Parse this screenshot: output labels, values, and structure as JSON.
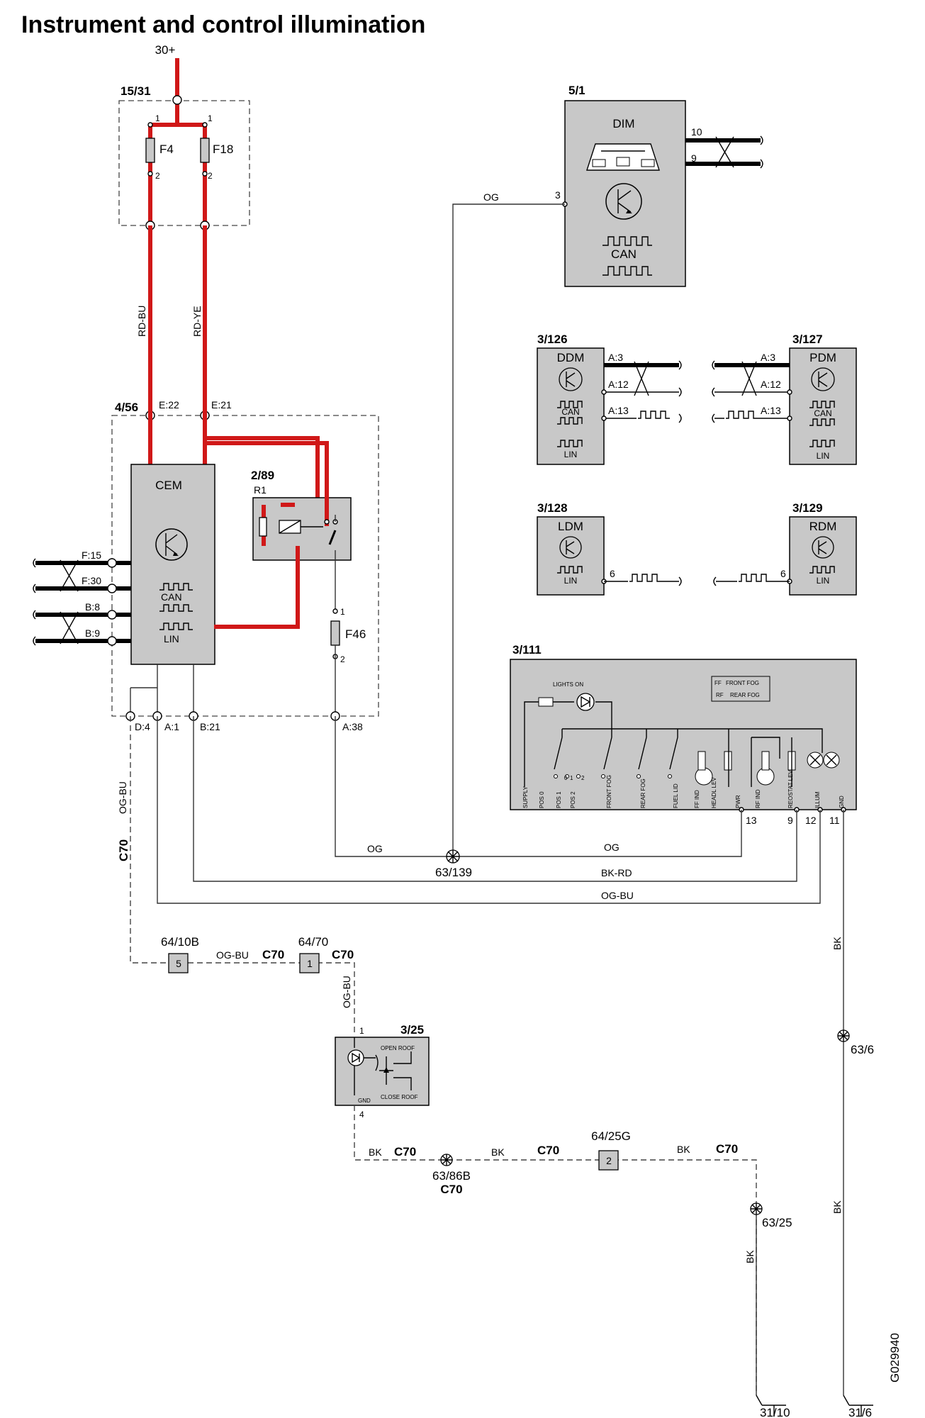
{
  "title": "Instrument and control illumination",
  "doc_id": "G029940",
  "supply": "30+",
  "fuse_box": {
    "id": "15/31",
    "fuses": [
      "F4",
      "F18"
    ],
    "pin1": "1",
    "pin2": "2"
  },
  "wires": {
    "rd_bu": "RD-BU",
    "rd_ye": "RD-YE",
    "og": "OG",
    "og_bu": "OG-BU",
    "bk_rd": "BK-RD",
    "bk": "BK",
    "c70": "C70"
  },
  "cem_box": {
    "id": "4/56",
    "e22": "E:22",
    "e21": "E:21",
    "d4": "D:4",
    "a1": "A:1",
    "b21": "B:21",
    "a38": "A:38"
  },
  "cem": {
    "label": "CEM",
    "can": "CAN",
    "lin": "LIN",
    "pins": [
      "F:15",
      "F:30",
      "B:8",
      "B:9"
    ]
  },
  "relay": {
    "id": "2/89",
    "r1": "R1",
    "fuse": "F46",
    "p1": "1",
    "p2": "2"
  },
  "dim": {
    "id": "5/1",
    "label": "DIM",
    "can": "CAN",
    "pin3": "3",
    "pin10": "10",
    "pin9": "9"
  },
  "ddm": {
    "id": "3/126",
    "label": "DDM",
    "can": "CAN",
    "lin": "LIN",
    "a3": "A:3",
    "a12": "A:12",
    "a13": "A:13"
  },
  "pdm": {
    "id": "3/127",
    "label": "PDM",
    "can": "CAN",
    "lin": "LIN",
    "a3": "A:3",
    "a12": "A:12",
    "a13": "A:13"
  },
  "ldm": {
    "id": "3/128",
    "label": "LDM",
    "lin": "LIN",
    "pin6": "6"
  },
  "rdm": {
    "id": "3/129",
    "label": "RDM",
    "lin": "LIN",
    "pin6": "6"
  },
  "panel": {
    "id": "3/111",
    "lights_on": "LIGHTS ON",
    "ff": "FF",
    "front_fog": "FRONT FOG",
    "rf": "RF",
    "rear_fog": "REAR FOG",
    "terms": [
      "SUPPLY",
      "POS 0",
      "POS 1",
      "POS 2",
      "FRONT FOG",
      "REAR FOG",
      "FUEL LID",
      "FF IND",
      "HEADL LEV",
      "PWR",
      "RF IND",
      "REOSTAT LEV",
      "ILLUM",
      "GND"
    ],
    "pins": [
      "13",
      "9",
      "12",
      "11"
    ],
    "sw_pins": [
      "0",
      "1",
      "2"
    ]
  },
  "splices": {
    "s63_139": "63/139",
    "s63_6": "63/6",
    "s63_86b": "63/86B",
    "s63_86b_c": "C70",
    "s63_25": "63/25"
  },
  "connectors": {
    "c64_10b": "64/10B",
    "c64_10b_pin": "5",
    "c64_70": "64/70",
    "c64_70_pin": "1",
    "c64_25g": "64/25G",
    "c64_25g_pin": "2"
  },
  "roof": {
    "id": "3/25",
    "open": "OPEN ROOF",
    "close": "CLOSE ROOF",
    "gnd": "GND",
    "p1": "1",
    "p4": "4"
  },
  "grounds": {
    "g1": "31/10",
    "g2": "31/6"
  }
}
